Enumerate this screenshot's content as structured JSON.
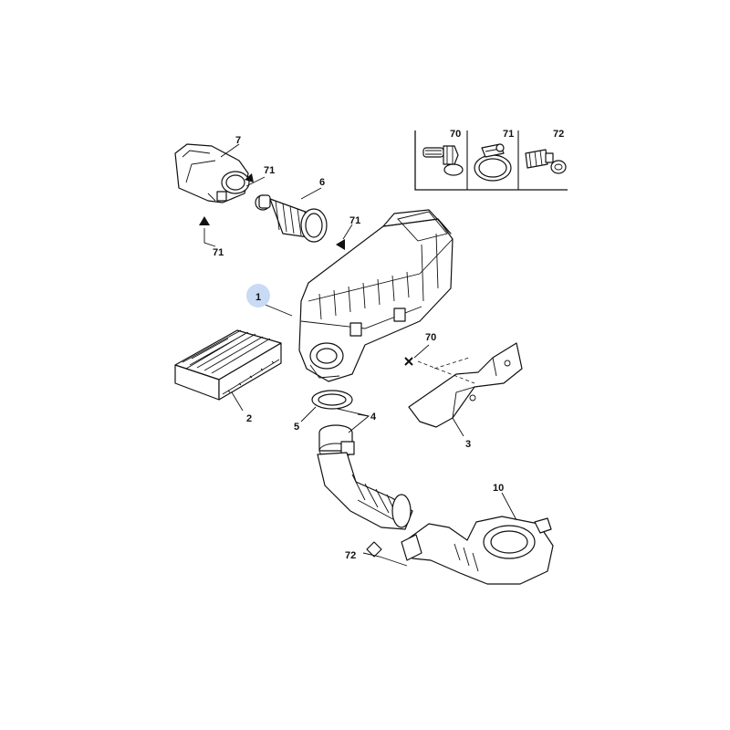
{
  "callouts": {
    "p1": "1",
    "p2": "2",
    "p3": "3",
    "p4": "4",
    "p5": "5",
    "p6": "6",
    "p7": "7",
    "p10": "10",
    "p70": "70",
    "p71a": "71",
    "p71b": "71",
    "p71c": "71",
    "p72": "72"
  },
  "legend": {
    "c70": "70",
    "c71": "71",
    "c72": "72"
  },
  "colors": {
    "highlight": "#c9daf5",
    "ink": "#111111"
  }
}
